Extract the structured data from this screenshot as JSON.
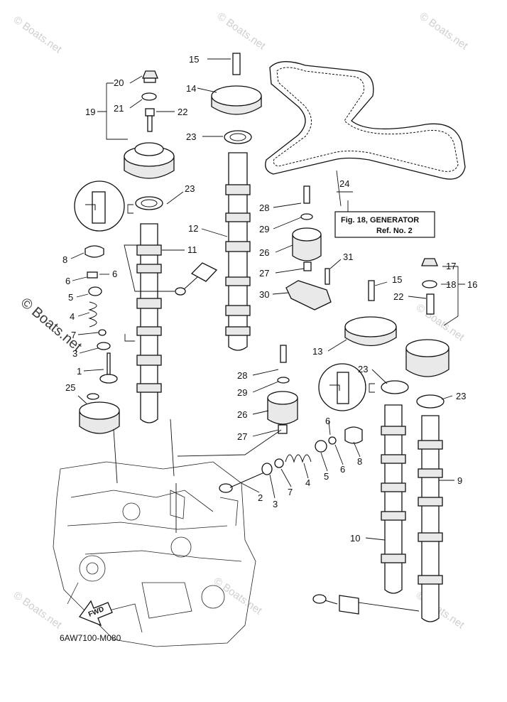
{
  "diagram": {
    "code": "6AW7100-M080",
    "reference_box": {
      "line1": "Fig. 18, GENERATOR",
      "line2": "Ref. No. 2"
    },
    "fwd_label": "FWD",
    "watermark": "© Boats.net",
    "callouts": {
      "c1": "1",
      "c2": "2",
      "c3a": "3",
      "c3b": "3",
      "c4a": "4",
      "c4b": "4",
      "c5a": "5",
      "c5b": "5",
      "c6a": "6",
      "c6b": "6",
      "c6c": "6",
      "c6d": "6",
      "c7a": "7",
      "c7b": "7",
      "c8a": "8",
      "c8b": "8",
      "c9": "9",
      "c10": "10",
      "c11": "11",
      "c12": "12",
      "c13": "13",
      "c14": "14",
      "c15a": "15",
      "c15b": "15",
      "c16": "16",
      "c17": "17",
      "c18": "18",
      "c19": "19",
      "c20": "20",
      "c21": "21",
      "c22a": "22",
      "c22b": "22",
      "c23a": "23",
      "c23b": "23",
      "c23c": "23",
      "c23d": "23",
      "c24": "24",
      "c25": "25",
      "c26a": "26",
      "c26b": "26",
      "c27a": "27",
      "c27b": "27",
      "c28a": "28",
      "c28b": "28",
      "c29a": "29",
      "c29b": "29",
      "c30": "30",
      "c31": "31"
    }
  }
}
